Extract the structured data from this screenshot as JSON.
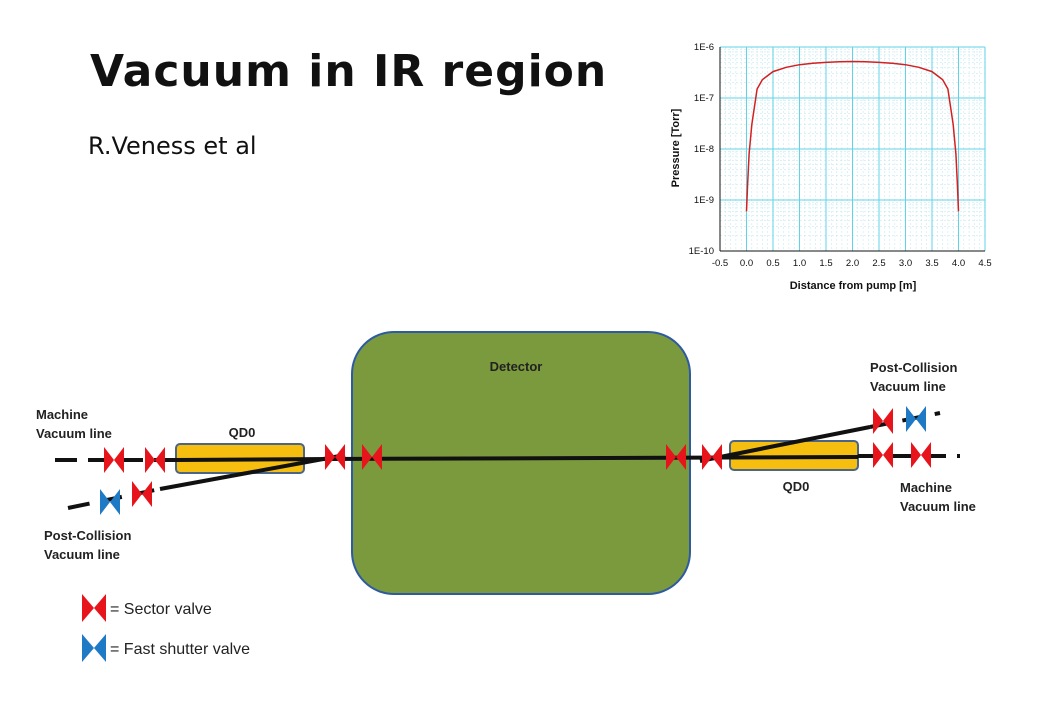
{
  "title": "Vacuum in IR region",
  "subtitle": "R.Veness et al",
  "diagram": {
    "detector_label": "Detector",
    "qd0_left_label": "QD0",
    "qd0_right_label": "QD0",
    "machine_vacuum_left": [
      "Machine",
      "Vacuum line"
    ],
    "post_collision_left": [
      "Post-Collision",
      "Vacuum line"
    ],
    "post_collision_right": [
      "Post-Collision",
      "Vacuum line"
    ],
    "machine_vacuum_right": [
      "Machine",
      "Vacuum line"
    ],
    "colors": {
      "detector": "#7b9a3e",
      "detector_border": "#2d5aa0",
      "magnet": "#f6bf10",
      "sector_valve": "#e8141b",
      "fast_shutter": "#1f7ac6"
    }
  },
  "legend": {
    "sector_valve": "= Sector valve",
    "fast_shutter_valve": "= Fast shutter valve"
  },
  "chart_data": {
    "type": "line",
    "xlabel": "Distance from pump [m]",
    "ylabel": "Pressure [Torr]",
    "xlim": [
      -0.5,
      4.5
    ],
    "x_ticks": [
      "-0.5",
      "0.0",
      "0.5",
      "1.0",
      "1.5",
      "2.0",
      "2.5",
      "3.0",
      "3.5",
      "4.0",
      "4.5"
    ],
    "y_scale": "log",
    "ylim": [
      1e-10,
      1e-06
    ],
    "y_ticks": [
      "1E-6",
      "1E-7",
      "1E-8",
      "1E-9",
      "1E-10"
    ],
    "grid": true,
    "line_color": "#d42020",
    "series": [
      {
        "x": [
          0.0,
          0.02,
          0.05,
          0.1,
          0.2,
          0.3,
          0.5,
          0.75,
          1.0,
          1.25,
          1.5,
          1.75,
          2.0,
          2.25,
          2.5,
          2.75,
          3.0,
          3.25,
          3.5,
          3.7,
          3.8,
          3.9,
          3.95,
          3.98,
          4.0
        ],
        "y": [
          6e-10,
          2e-09,
          8e-09,
          3e-08,
          1.5e-07,
          2.3e-07,
          3.3e-07,
          4e-07,
          4.5e-07,
          4.8e-07,
          5e-07,
          5.15e-07,
          5.2e-07,
          5.15e-07,
          5e-07,
          4.8e-07,
          4.5e-07,
          4e-07,
          3.3e-07,
          2.3e-07,
          1.5e-07,
          3e-08,
          8e-09,
          2e-09,
          6e-10
        ]
      }
    ]
  }
}
